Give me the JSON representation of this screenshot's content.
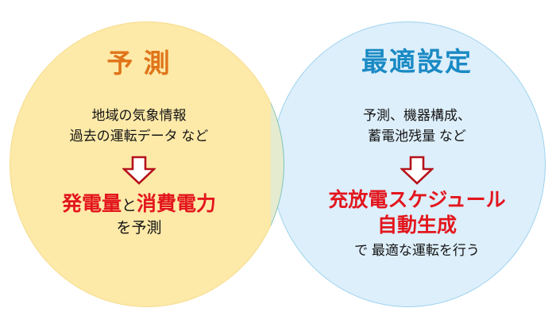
{
  "diagram": {
    "type": "venn-two-circle",
    "background_color": "#ffffff",
    "overlap_color": "#e4ebcf",
    "left": {
      "fill_color": "#fde9a8",
      "border_color": "#f6dc8e",
      "title": "予 測",
      "title_color": "#e0741a",
      "inputs": [
        "地域の気象情報",
        "過去の運転データ など"
      ],
      "arrow": "down-arrow-icon",
      "arrow_fill": "#ffffff",
      "arrow_stroke": "#b5121b",
      "output": {
        "emphasis_1": "発電量",
        "conjunction": "と",
        "emphasis_2": "消費電力",
        "emphasis_color": "#e3161d",
        "tail": "を予測"
      }
    },
    "right": {
      "fill_color": "#ddeffb",
      "border_color": "#9ed3ee",
      "title": "最適設定",
      "title_color": "#1a8ac4",
      "inputs": [
        "予測、機器構成、",
        "蓄電池残量 など"
      ],
      "arrow": "down-arrow-icon",
      "arrow_fill": "#ffffff",
      "arrow_stroke": "#b5121b",
      "output": {
        "emphasis_1": "充放電スケジュール",
        "emphasis_2": "自動生成",
        "emphasis_color": "#e3161d",
        "tail": "で 最適な運転を行う"
      }
    }
  }
}
